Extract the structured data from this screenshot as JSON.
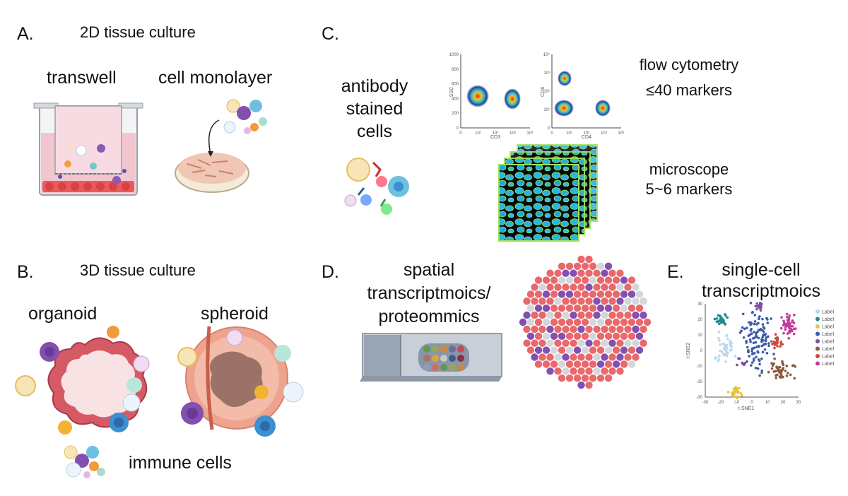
{
  "panels": {
    "a": {
      "letter": "A.",
      "title": "2D tissue culture",
      "transwell": "transwell",
      "monolayer": "cell monolayer"
    },
    "b": {
      "letter": "B.",
      "title": "3D tissue culture",
      "organoid": "organoid",
      "spheroid": "spheroid",
      "immune": "immune cells"
    },
    "c": {
      "letter": "C.",
      "antibody": [
        "antibody",
        "stained",
        "cells"
      ],
      "flow": [
        "flow cytometry",
        "≤40 markers"
      ],
      "microscope": [
        "microscope",
        "5~6 markers"
      ],
      "plot1": {
        "ylabel": "SSC",
        "xlabel": "CD3",
        "yticks": [
          "1000",
          "800",
          "600",
          "400",
          "200",
          "0"
        ],
        "xticks": [
          "0",
          "10¹",
          "10²",
          "10³",
          "10⁴"
        ]
      },
      "plot2": {
        "ylabel": "CD8",
        "xlabel": "CD4",
        "yticks": [
          "10⁴",
          "10³",
          "10²",
          "10¹",
          "0"
        ],
        "xticks": [
          "0",
          "10¹",
          "10²",
          "10³",
          "10⁴"
        ]
      }
    },
    "d": {
      "letter": "D.",
      "title": [
        "spatial",
        "transcriptmoics/",
        "proteommics"
      ]
    },
    "e": {
      "letter": "E.",
      "title": [
        "single-cell",
        "transcriptmoics"
      ],
      "xlabel": "t-SNE1",
      "ylabel": "t-SNE2",
      "xticks": [
        "-30",
        "-20",
        "-10",
        "0",
        "10",
        "20",
        "30"
      ],
      "yticks": [
        "30",
        "20",
        "10",
        "0",
        "-10",
        "-20",
        "-30"
      ],
      "legend": [
        {
          "label": "Label",
          "color": "#b9d8ec"
        },
        {
          "label": "Label",
          "color": "#1b8a8a"
        },
        {
          "label": "Label",
          "color": "#e8c23a"
        },
        {
          "label": "Label",
          "color": "#3d5aa8"
        },
        {
          "label": "Label",
          "color": "#7d4ca3"
        },
        {
          "label": "Label",
          "color": "#8b5a3c"
        },
        {
          "label": "Label",
          "color": "#c84a3c"
        },
        {
          "label": "Label",
          "color": "#c43b9c"
        }
      ]
    }
  },
  "colors": {
    "pink": "#e8686b",
    "purple": "#8350b0",
    "grey": "#d3d6da",
    "cyan": "#29b6d6"
  }
}
